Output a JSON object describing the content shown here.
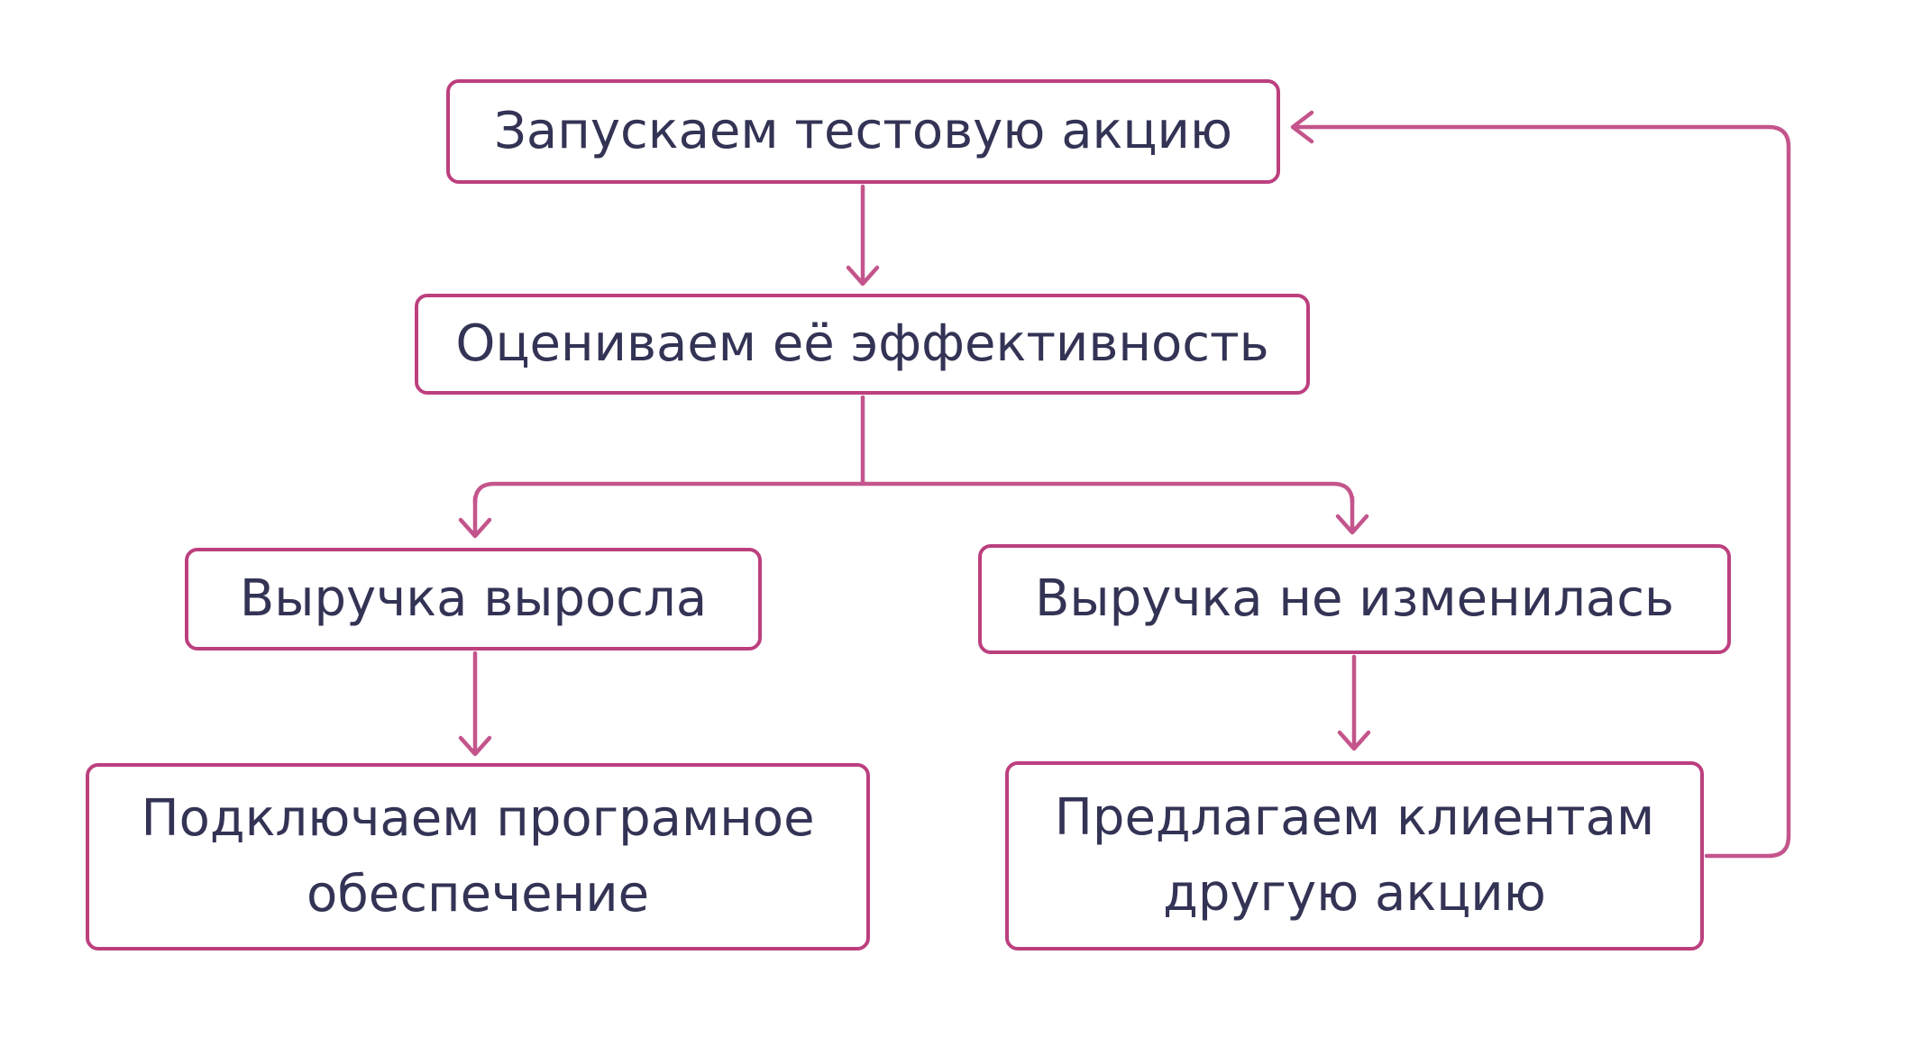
{
  "diagram_title": "",
  "colors": {
    "background": "#ffffff",
    "box_border": "#bc3f7e",
    "connector_line": "#c4558c",
    "text": "#333355"
  },
  "nodes": {
    "launch": {
      "label": "Запускаем тестовую акцию"
    },
    "evaluate": {
      "label": "Оцениваем её эффективность"
    },
    "revenue_up": {
      "label": "Выручка выросла"
    },
    "revenue_same": {
      "label": "Выручка не изменилась"
    },
    "software": {
      "line1": "Подключаем програмное",
      "line2": "обеспечение"
    },
    "another_promo": {
      "line1": "Предлагаем клиентам",
      "line2": "другую акцию"
    }
  },
  "edges": [
    {
      "from": "launch",
      "to": "evaluate"
    },
    {
      "from": "evaluate",
      "to": "revenue_up"
    },
    {
      "from": "evaluate",
      "to": "revenue_same"
    },
    {
      "from": "revenue_up",
      "to": "software"
    },
    {
      "from": "revenue_same",
      "to": "another_promo"
    },
    {
      "from": "another_promo",
      "to": "launch"
    }
  ]
}
